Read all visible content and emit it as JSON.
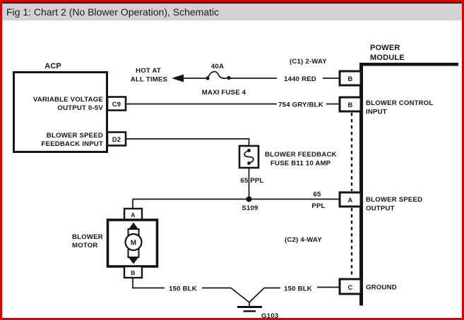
{
  "window": {
    "title": "Fig 1: Chart 2 (No Blower Operation), Schematic"
  },
  "colors": {
    "frame_border": "#dd0000",
    "titlebar_bg": "#d2d2d2",
    "ink": "#141414",
    "background": "#ffffff"
  },
  "acp": {
    "title": "ACP",
    "output_label1": "VARIABLE VOLTAGE",
    "output_label2": "OUTPUT 0-5V",
    "pin_c9": "C9",
    "feedback_label1": "BLOWER SPEED",
    "feedback_label2": "FEEDBACK INPUT",
    "pin_d2": "D2"
  },
  "power_module": {
    "title1": "POWER",
    "title2": "MODULE",
    "c1_label": "(C1) 2-WAY",
    "c2_label": "(C2) 4-WAY",
    "pin_b1": "B",
    "pin_b2": "B",
    "pin_a": "A",
    "pin_c": "C",
    "blower_control1": "BLOWER CONTROL",
    "blower_control2": "INPUT",
    "blower_speed1": "BLOWER SPEED",
    "blower_speed2": "OUTPUT",
    "ground_label": "GROUND"
  },
  "circuit": {
    "hot_label1": "HOT AT",
    "hot_label2": "ALL TIMES",
    "maxi_fuse_rating": "40A",
    "maxi_fuse_name": "MAXI FUSE 4",
    "wire_1440": "1440 RED",
    "wire_754": "754 GRY/BLK",
    "feedback_fuse1": "BLOWER FEEDBACK",
    "feedback_fuse2": "FUSE B11 10 AMP",
    "wire_65": "65 PPL",
    "splice": "S109",
    "wire_65_num": "65",
    "wire_65_color": "PPL",
    "wire_150_left": "150 BLK",
    "wire_150_right": "150 BLK",
    "ground_id": "G103"
  },
  "blower_motor": {
    "label1": "BLOWER",
    "label2": "MOTOR",
    "pin_a": "A",
    "pin_b": "B",
    "symbol": "M"
  }
}
